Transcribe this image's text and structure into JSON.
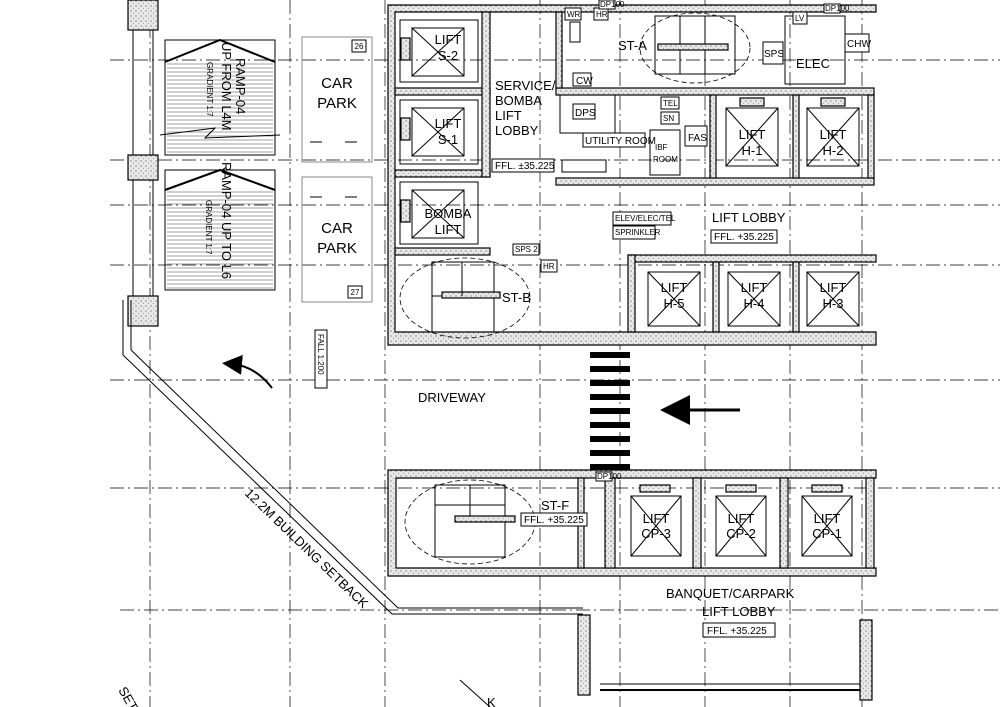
{
  "ramp": {
    "upper_label": "RAMP-04",
    "upper_sub": "UP FROM L4M",
    "upper_gradient": "GRADIENT 1:7",
    "lower_label": "RAMP-04 UP TO L6",
    "lower_gradient": "GRADIENT 1:7"
  },
  "car_parks": [
    {
      "label_1": "CAR",
      "label_2": "PARK",
      "number": "26"
    },
    {
      "label_1": "CAR",
      "label_2": "PARK",
      "number": "27"
    }
  ],
  "fall_note": "FALL 1:200",
  "lifts_left": [
    {
      "line1": "LIFT",
      "line2": "S-2"
    },
    {
      "line1": "LIFT",
      "line2": "S-1"
    },
    {
      "line1": "BOMBA",
      "line2": "LIFT"
    }
  ],
  "service_lobby": {
    "line1": "SERVICE/",
    "line2": "BOMBA",
    "line3": "LIFT",
    "line4": "LOBBY",
    "ffl": "FFL. ±35.225"
  },
  "small_rooms": {
    "wr": "WR",
    "hr": "HR",
    "cw": "CW",
    "dps": "DPS",
    "utility": "UTILITY ROOM",
    "tel": "TEL",
    "sn": "SN",
    "fas": "FAS",
    "ibf_1": "IBF",
    "ibf_2": "ROOM",
    "sps": "SPS",
    "elec": "ELEC",
    "chw": "CHW",
    "lv": "LV",
    "dp100": "DP100",
    "sps2": "SPS 2",
    "hr2": "HR"
  },
  "stairs": {
    "a": "ST-A",
    "b": "ST-B",
    "f": "ST-F",
    "f_ffl": "FFL. +35.225"
  },
  "lifts_h_top": [
    {
      "line1": "LIFT",
      "line2": "H-1"
    },
    {
      "line1": "LIFT",
      "line2": "H-2"
    }
  ],
  "lifts_h_bottom": [
    {
      "line1": "LIFT",
      "line2": "H-5"
    },
    {
      "line1": "LIFT",
      "line2": "H-4"
    },
    {
      "line1": "LIFT",
      "line2": "H-3"
    }
  ],
  "lift_lobby": {
    "title": "LIFT LOBBY",
    "ffl": "FFL. +35.225",
    "note1": "ELEV/ELEC/TEL",
    "note2": "SPRINKLER"
  },
  "driveway": "DRIVEWAY",
  "lifts_cp": [
    {
      "line1": "LIFT",
      "line2": "CP-3"
    },
    {
      "line1": "LIFT",
      "line2": "CP-2"
    },
    {
      "line1": "LIFT",
      "line2": "CP-1"
    }
  ],
  "banquet_lobby": {
    "line1": "BANQUET/CARPARK",
    "line2": "LIFT LOBBY",
    "ffl": "FFL. +35.225"
  },
  "setback": "12.2M BUILDING SETBACK",
  "setback_partial": "SETB",
  "grid_mark": "K"
}
